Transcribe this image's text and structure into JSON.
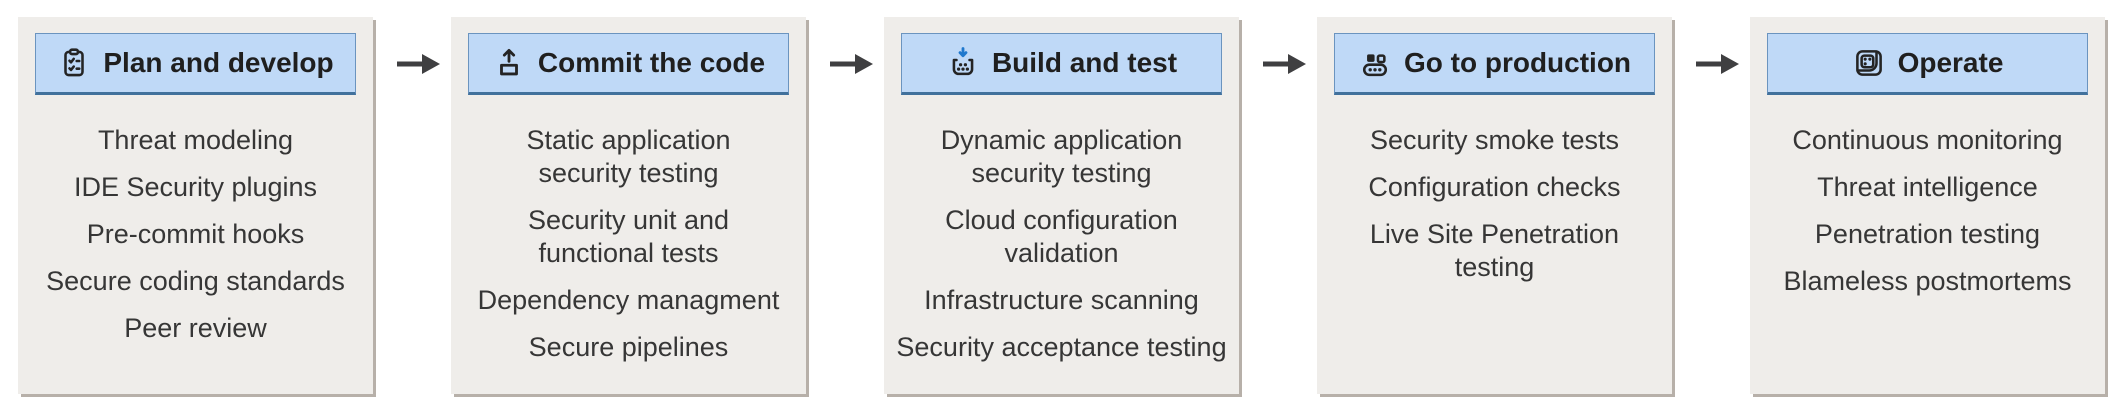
{
  "diagram": {
    "title_hint": "DevSecOps pipeline stages",
    "colors": {
      "header_bg": "#bfd9f7",
      "header_border": "#6b94bf",
      "header_border_bottom": "#41719c",
      "panel_bg": "#efedea",
      "panel_shadow": "#b7b0a9",
      "arrow": "#3f3f41",
      "icon_stroke": "#242424",
      "icon_accent_blue": "#1f78cd",
      "title_text": "#1f1f1f",
      "item_text": "#363636"
    },
    "stages": [
      {
        "title": "Plan and develop",
        "icon": "clipboard-tasklist-icon",
        "items": [
          "Threat modeling",
          "IDE Security plugins",
          "Pre-commit hooks",
          "Secure coding standards",
          "Peer review"
        ]
      },
      {
        "title": "Commit the code",
        "icon": "upload-icon",
        "items": [
          "Static application\nsecurity testing",
          "Security unit and\nfunctional tests",
          "Dependency managment",
          "Secure pipelines"
        ]
      },
      {
        "title": "Build and test",
        "icon": "package-drop-icon",
        "items": [
          "Dynamic application\nsecurity testing",
          "Cloud configuration\nvalidation",
          "Infrastructure scanning",
          "Security acceptance testing"
        ]
      },
      {
        "title": "Go to production",
        "icon": "conveyor-belt-icon",
        "items": [
          "Security smoke tests",
          "Configuration checks",
          "Live Site Penetration\ntesting"
        ]
      },
      {
        "title": "Operate",
        "icon": "operate-machine-icon",
        "items": [
          "Continuous monitoring",
          "Threat intelligence",
          "Penetration testing",
          "Blameless postmortems"
        ]
      }
    ]
  }
}
